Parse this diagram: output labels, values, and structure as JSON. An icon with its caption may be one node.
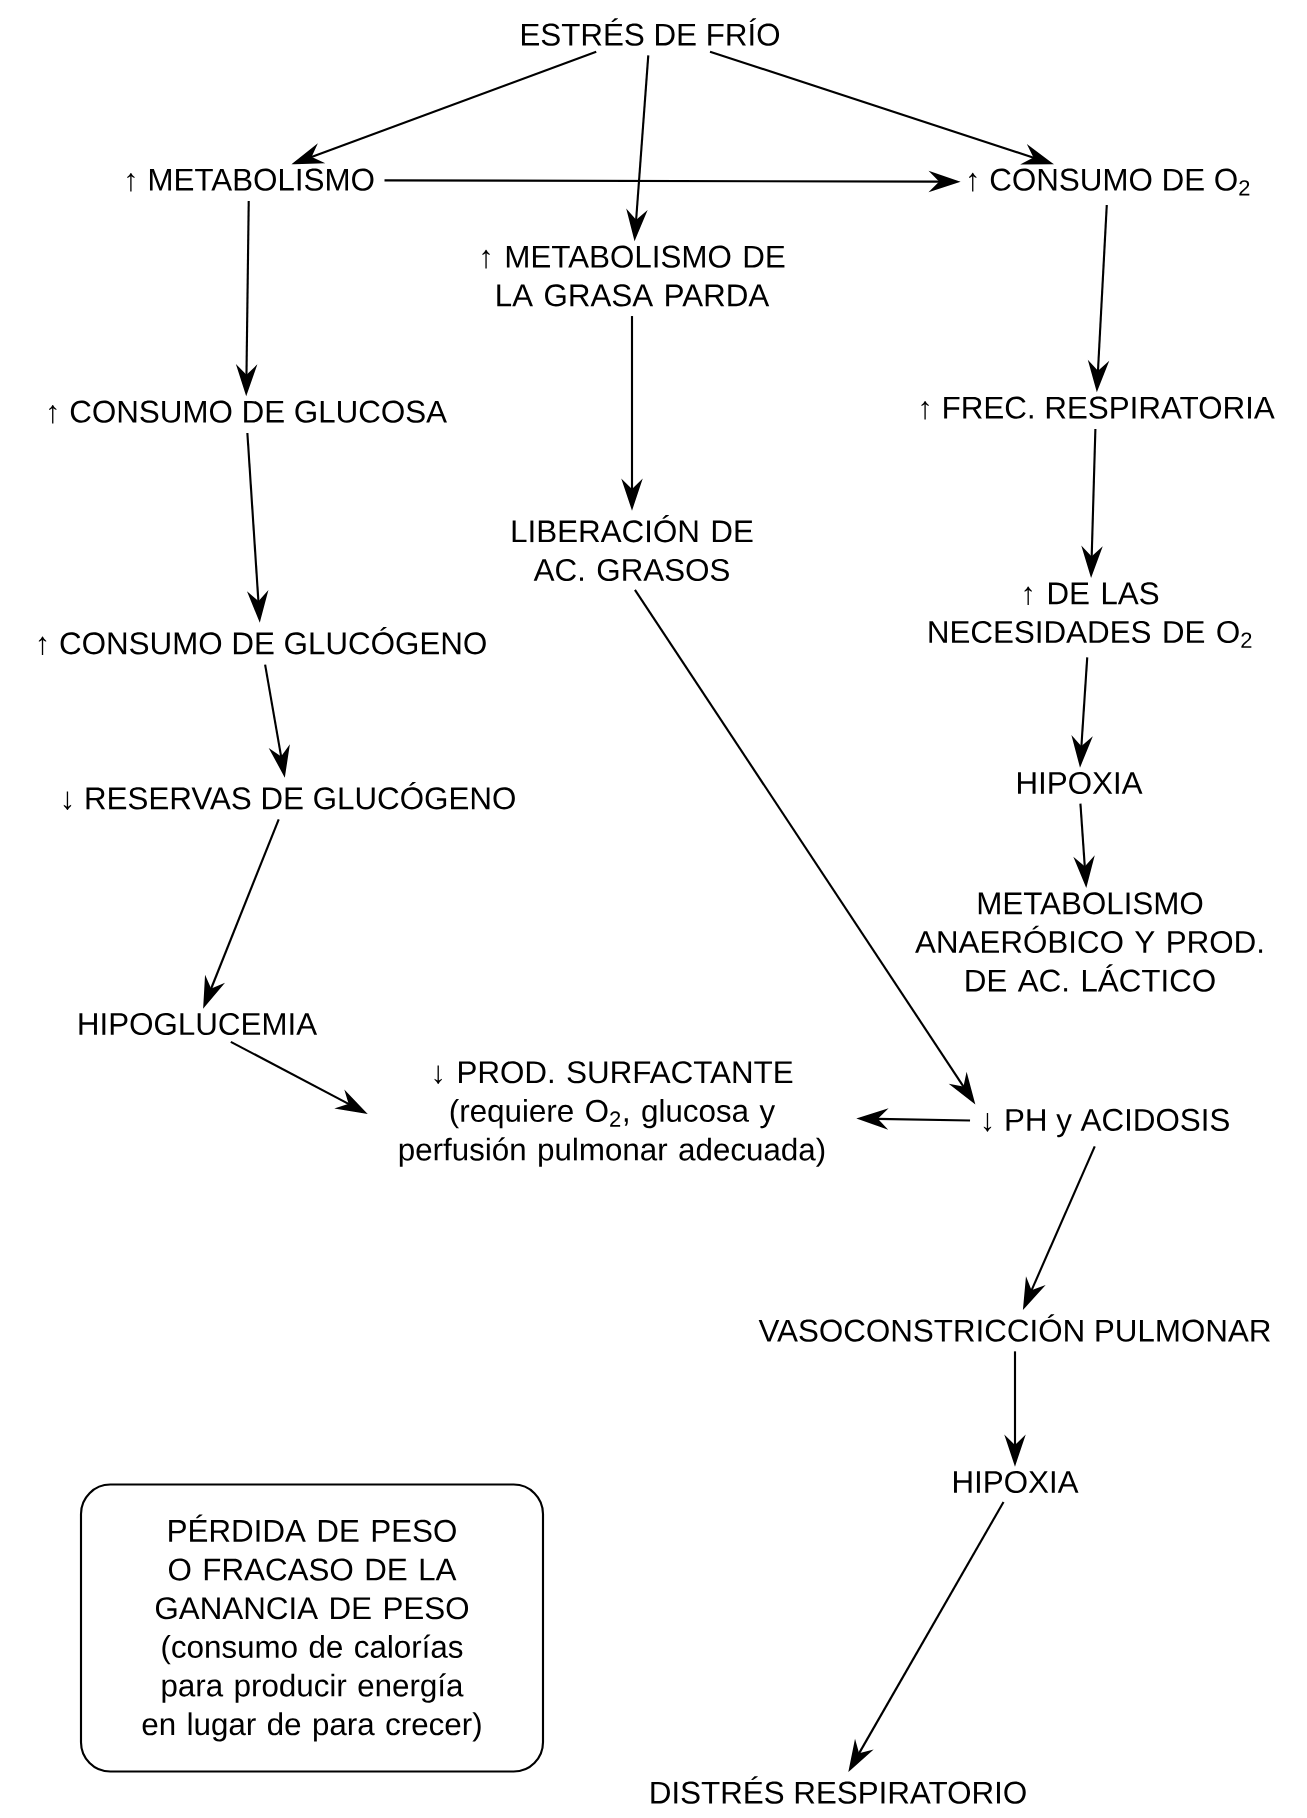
{
  "diagram": {
    "nodes": [
      {
        "text": [
          "ESTRÉS DE FRÍO"
        ]
      },
      {
        "text": [
          "↑ METABOLISMO"
        ]
      },
      {
        "text": [
          "↑ CONSUMO DE O$_{2}$"
        ]
      },
      {
        "text": [
          "↑ METABOLISMO DE LA GRASA PARDA"
        ]
      },
      {
        "text": [
          "↑ CONSUMO DE GLUCOSA"
        ]
      },
      {
        "text": [
          "↑ FREC. RESPIRATORIA"
        ]
      },
      {
        "text": [
          "LIBERACIÓN DE AC. GRASOS"
        ]
      },
      {
        "text": [
          "↑ DE LAS NECESIDADES DE O$_{2}$"
        ]
      },
      {
        "text": [
          "↑ CONSUMO DE GLUCÓGENO"
        ]
      },
      {
        "text": [
          "↓ RESERVAS DE GLUCÓGENO"
        ]
      },
      {
        "text": [
          "HIPOXIA"
        ]
      },
      {
        "text": [
          "METABOLISMO ANAERÓBICO Y PROD. DE AC. LÁCTICO"
        ]
      },
      {
        "text": [
          "HIPOGLUCEMIA"
        ]
      },
      {
        "text": [
          "↓ PROD. SURFACTANTE",
          "(requiere O$_{2}$, glucosa y perfusión pulmonar adecuada)"
        ]
      },
      {
        "text": [
          "↓ PH y ACIDOSIS"
        ]
      },
      {
        "text": [
          "VASOCONSTRICCIÓN PULMONAR"
        ]
      },
      {
        "text": [
          "HIPOXIA"
        ]
      },
      {
        "text": [
          "PÉRDIDA DE PESO O FRACASO DE LA GANANCIA DE PESO",
          "(consumo de calorías para producir energía en lugar de para crecer)"
        ]
      },
      {
        "text": [
          "DISTRÉS RESPIRATORIO"
        ]
      }
    ],
    "edges": [
      {
        "from": 0,
        "to": 1,
        "arrow": "to"
      },
      {
        "from": 0,
        "to": 3,
        "arrow": "to"
      },
      {
        "from": 0,
        "to": 2,
        "arrow": "to"
      },
      {
        "from": 1,
        "to": 2,
        "arrow": "to"
      },
      {
        "from": 1,
        "to": 4,
        "arrow": "to"
      },
      {
        "from": 3,
        "to": 6,
        "arrow": "to"
      },
      {
        "from": 2,
        "to": 5,
        "arrow": "to"
      },
      {
        "from": 4,
        "to": 8,
        "arrow": "to"
      },
      {
        "from": 5,
        "to": 7,
        "arrow": "to"
      },
      {
        "from": 8,
        "to": 9,
        "arrow": "to"
      },
      {
        "from": 7,
        "to": 10,
        "arrow": "to"
      },
      {
        "from": 9,
        "to": 12,
        "arrow": "to"
      },
      {
        "from": 10,
        "to": 11,
        "arrow": "to"
      },
      {
        "from": 6,
        "to": 14,
        "arrow": "to"
      },
      {
        "from": 12,
        "to": 13,
        "arrow": "to"
      },
      {
        "from": 14,
        "to": 13,
        "arrow": "to"
      },
      {
        "from": 14,
        "to": 15,
        "arrow": "to"
      },
      {
        "from": 15,
        "to": 16,
        "arrow": "to"
      },
      {
        "from": 16,
        "to": 18,
        "arrow": "to"
      }
    ]
  }
}
